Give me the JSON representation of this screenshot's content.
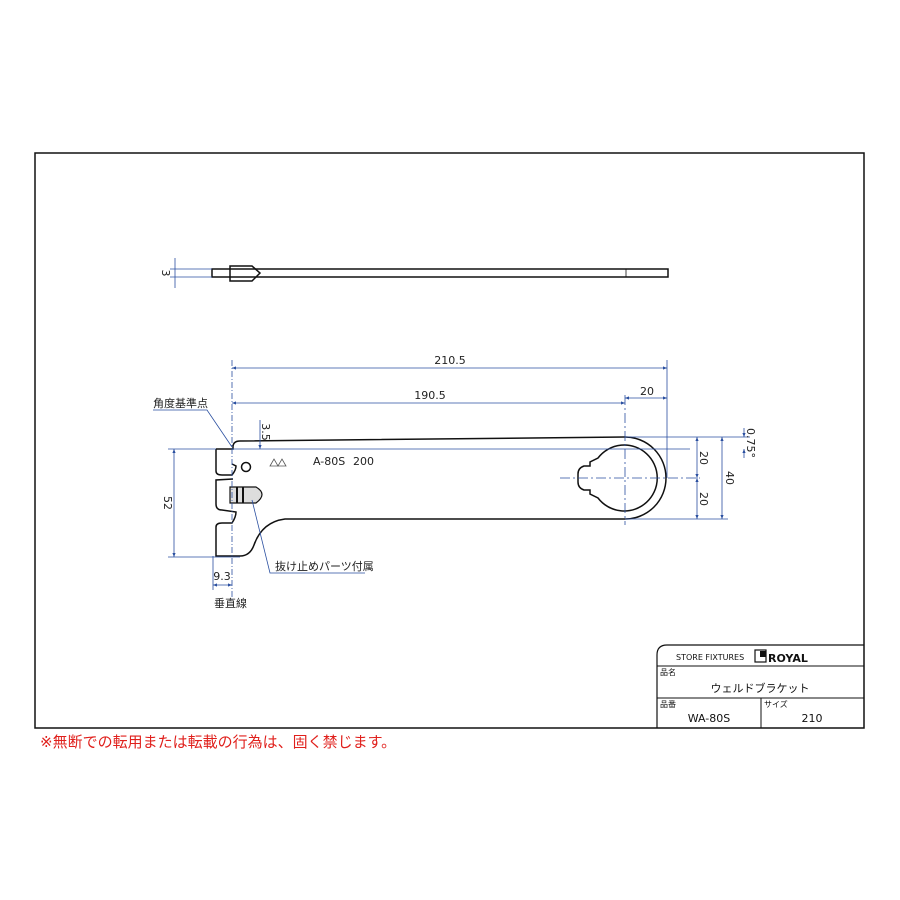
{
  "drawing": {
    "dimensions": {
      "thickness": "3",
      "overall_length": "210.5",
      "hole_distance": "190.5",
      "end_radius_offset": "20",
      "top_offset": "3.5",
      "height_left": "52",
      "hook_depth": "9.3",
      "upper_half": "20",
      "lower_half": "20",
      "end_height": "40",
      "angle": "0.75°"
    },
    "notes": {
      "angle_reference": "角度基準点",
      "retainer_included": "抜け止めパーツ付属",
      "vertical_line": "垂直線"
    },
    "stamp": {
      "code": "A-80S",
      "number": "200"
    }
  },
  "title_block": {
    "company_tag": "STORE FIXTURES",
    "brand": "ROYAL",
    "name_label": "品名",
    "name_value": "ウェルドブラケット",
    "part_no_label": "品番",
    "part_no_value": "WA-80S",
    "size_label": "サイズ",
    "size_value": "210"
  },
  "copyright_notice": "※無断での転用または転載の行為は、固く禁じます。"
}
